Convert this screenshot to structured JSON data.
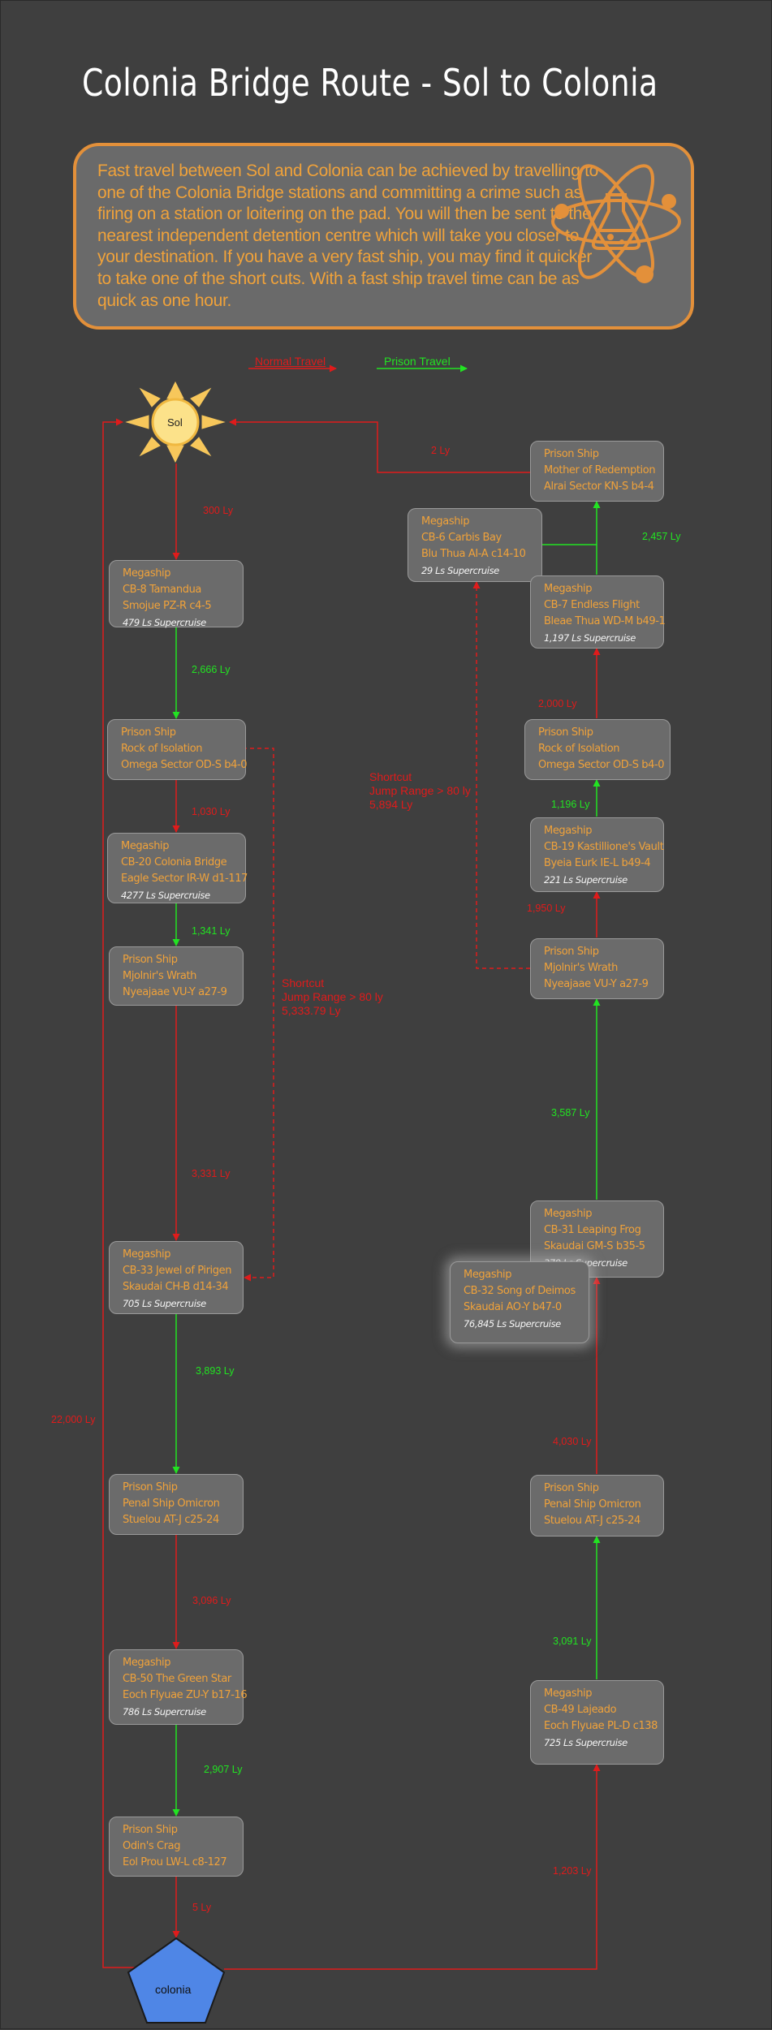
{
  "title": "Colonia Bridge Route - Sol to Colonia",
  "intro": "Fast travel between Sol and Colonia can be achieved by travelling to one of the Colonia Bridge stations and committing a crime such as firing on a station or loitering on the pad. You will then be sent to the nearest independent detention centre which will take you closer to your destination. If you have a very fast ship, you may find it quicker to take one of the short cuts. With a fast ship travel time can be as quick as one hour.",
  "legend": {
    "normal": "Normal Travel",
    "prison": "Prison Travel"
  },
  "colors": {
    "normal": "#e01b1b",
    "prison": "#22e322",
    "accent": "#e3903a",
    "node_text": "#f0a23a",
    "sol": "#f7c75b",
    "colonia": "#4f86e6"
  },
  "icons": {
    "intro": "atom-flask-icon",
    "start": "sun-icon",
    "end": "pentagon-icon"
  },
  "sol_label": "Sol",
  "colonia_label": "colonia",
  "nodes": [
    {
      "id": "cb8",
      "lines": [
        "Megaship",
        "CB-8 Tamandua",
        "Smojue PZ-R c4-5"
      ],
      "sc": "479 Ls Supercruise"
    },
    {
      "id": "rock1",
      "lines": [
        "Prison Ship",
        "Rock of Isolation",
        "Omega Sector OD-S b4-0"
      ],
      "sc": ""
    },
    {
      "id": "cb20",
      "lines": [
        "Megaship",
        "CB-20 Colonia Bridge",
        "Eagle Sector IR-W d1-117"
      ],
      "sc": "4277 Ls Supercruise"
    },
    {
      "id": "mjol1",
      "lines": [
        "Prison Ship",
        "Mjolnir's Wrath",
        "Nyeajaae VU-Y a27-9"
      ],
      "sc": ""
    },
    {
      "id": "cb33",
      "lines": [
        "Megaship",
        "CB-33 Jewel of Pirigen",
        "Skaudai CH-B d14-34"
      ],
      "sc": "705 Ls Supercruise"
    },
    {
      "id": "penal1",
      "lines": [
        "Prison Ship",
        "Penal Ship Omicron",
        "Stuelou AT-J c25-24"
      ],
      "sc": ""
    },
    {
      "id": "cb50",
      "lines": [
        "Megaship",
        "CB-50 The Green Star",
        "Eoch Flyuae ZU-Y b17-16"
      ],
      "sc": "786 Ls Supercruise"
    },
    {
      "id": "odin",
      "lines": [
        "Prison Ship",
        "Odin's Crag",
        "Eol Prou LW-L c8-127"
      ],
      "sc": ""
    },
    {
      "id": "mother",
      "lines": [
        "Prison Ship",
        "Mother of Redemption",
        "Alrai Sector KN-S b4-4"
      ],
      "sc": ""
    },
    {
      "id": "cb6",
      "lines": [
        "Megaship",
        "CB-6 Carbis Bay",
        "Blu Thua AI-A c14-10"
      ],
      "sc": "29 Ls Supercruise"
    },
    {
      "id": "cb7",
      "lines": [
        "Megaship",
        "CB-7 Endless Flight",
        "Bleae Thua WD-M b49-1"
      ],
      "sc": "1,197 Ls Supercruise"
    },
    {
      "id": "rock2",
      "lines": [
        "Prison Ship",
        "Rock of Isolation",
        "Omega Sector OD-S b4-0"
      ],
      "sc": ""
    },
    {
      "id": "cb19",
      "lines": [
        "Megaship",
        "CB-19 Kastillione's Vault",
        "Byeia Eurk IE-L b49-4"
      ],
      "sc": "221 Ls Supercruise"
    },
    {
      "id": "mjol2",
      "lines": [
        "Prison Ship",
        "Mjolnir's Wrath",
        "Nyeajaae VU-Y a27-9"
      ],
      "sc": ""
    },
    {
      "id": "cb31",
      "lines": [
        "Megaship",
        "CB-31 Leaping Frog",
        "Skaudai GM-S b35-5"
      ],
      "sc": "379 Ls Supercruise"
    },
    {
      "id": "cb32",
      "lines": [
        "Megaship",
        "CB-32 Song of Deimos",
        "Skaudai AO-Y b47-0"
      ],
      "sc": "76,845 Ls Supercruise"
    },
    {
      "id": "penal2",
      "lines": [
        "Prison Ship",
        "Penal Ship Omicron",
        "Stuelou AT-J c25-24"
      ],
      "sc": ""
    },
    {
      "id": "cb49",
      "lines": [
        "Megaship",
        "CB-49 Lajeado",
        "Eoch Flyuae PL-D c138"
      ],
      "sc": "725 Ls Supercruise"
    }
  ],
  "distances": {
    "sol_cb8": "300 Ly",
    "cb8_rock1": "2,666 Ly",
    "rock1_cb20": "1,030 Ly",
    "cb20_mjol1": "1,341 Ly",
    "mjol1_cb33": "3,331 Ly",
    "cb33_penal1": "3,893 Ly",
    "penal1_cb50": "3,096 Ly",
    "cb50_odin": "2,907 Ly",
    "odin_colonia": "5 Ly",
    "sol_colonia": "22,000 Ly",
    "mother_sol": "2 Ly",
    "cb7_mother": "2,457 Ly",
    "rock2_cb7": "2,000 Ly",
    "cb19_rock2": "1,196 Ly",
    "mjol2_cb19": "1,950 Ly",
    "cb31_mjol2": "3,587 Ly",
    "penal2_cb31": "4,030 Ly",
    "cb49_penal2": "3,091 Ly",
    "colonia_cb49": "1,203 Ly"
  },
  "shortcuts": [
    {
      "label": "Shortcut",
      "jump": "Jump Range > 80 ly",
      "dist": "5,333.79 Ly"
    },
    {
      "label": "Shortcut",
      "jump": "Jump Range > 80 ly",
      "dist": "5,894 Ly"
    }
  ]
}
